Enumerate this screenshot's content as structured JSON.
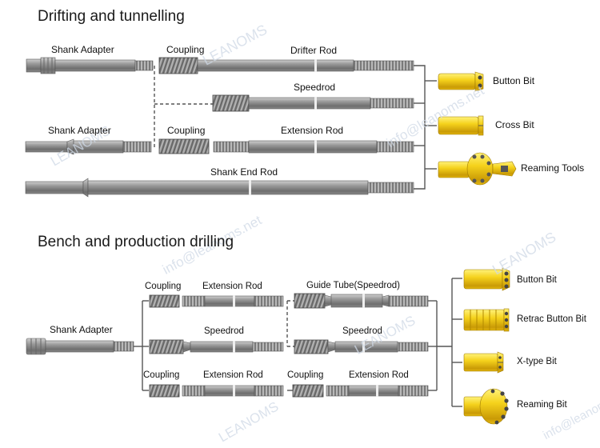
{
  "sections": {
    "drifting": "Drifting and tunnelling",
    "bench": "Bench and production drilling"
  },
  "drifting": {
    "shank_adapter_1": "Shank Adapter",
    "coupling_1": "Coupling",
    "drifter_rod": "Drifter Rod",
    "speedrod": "Speedrod",
    "shank_adapter_2": "Shank Adapter",
    "coupling_2": "Coupling",
    "extension_rod": "Extension Rod",
    "shank_end_rod": "Shank End Rod",
    "bits": [
      "Button Bit",
      "Cross Bit",
      "Reaming Tools"
    ]
  },
  "bench": {
    "shank_adapter": "Shank Adapter",
    "coupling_top": "Coupling",
    "extension_rod_top": "Extension Rod",
    "guide_tube": "Guide Tube(Speedrod)",
    "speedrod_left": "Speedrod",
    "speedrod_right": "Speedrod",
    "coupling_bottom_left": "Coupling",
    "extension_rod_bottom_left": "Extension Rod",
    "coupling_bottom_right": "Coupling",
    "extension_rod_bottom_right": "Extension Rod",
    "bits": [
      "Button Bit",
      "Retrac Button Bit",
      "X-type Bit",
      "Reaming Bit"
    ]
  },
  "watermarks": [
    "LEANOMS",
    "info@leanoms.net"
  ],
  "colors": {
    "steel": "#8c8c8c",
    "steel_dark": "#555555",
    "bit_yellow": "#f2cc1a"
  }
}
